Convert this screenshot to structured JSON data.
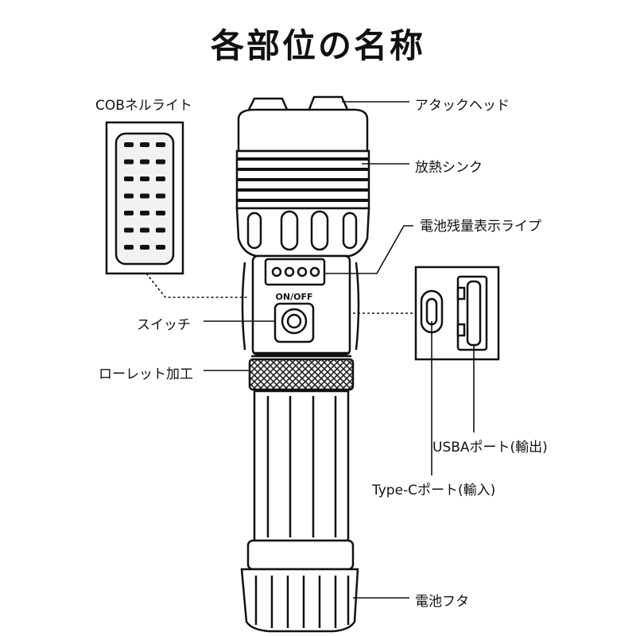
{
  "title": "各部位の名称",
  "labels": {
    "cob": "COBネルライト",
    "attack_head": "アタックヘッド",
    "heat_sink": "放熱シンク",
    "battery_indicator": "電池残量表示ライプ",
    "switch": "スイッチ",
    "knurling": "ローレット加工",
    "usba_port": "USBAポート(輸出)",
    "typec_port": "Type-Cポート(輸入)",
    "battery_cap": "電池フタ",
    "on_off": "ON/OFF"
  },
  "colors": {
    "line": "#111111",
    "body_fill": "#ffffff",
    "shade": "#e6e6e6",
    "knurl": "#444444"
  }
}
